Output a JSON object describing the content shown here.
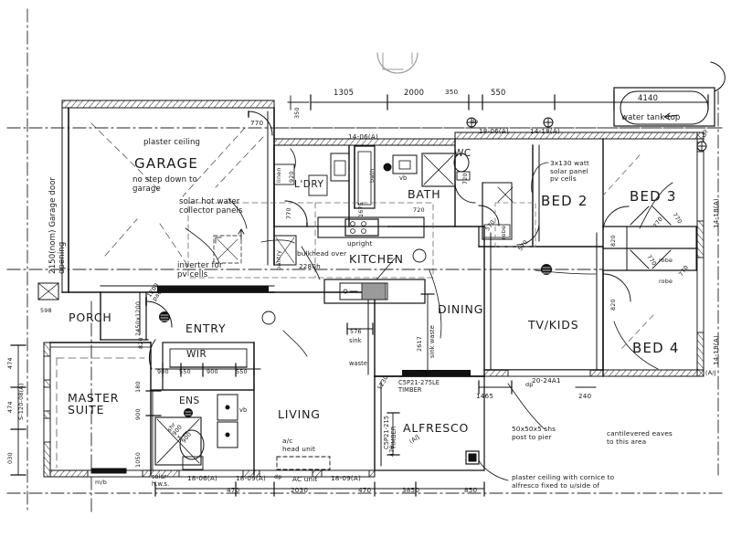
{
  "document": {
    "type": "architectural-floor-plan",
    "title": "Residential Floor Plan"
  },
  "rooms": [
    {
      "key": "garage",
      "label": "GARAGE"
    },
    {
      "key": "porch",
      "label": "PORCH"
    },
    {
      "key": "entry",
      "label": "ENTRY"
    },
    {
      "key": "master_suite",
      "label": "MASTER\nSUITE"
    },
    {
      "key": "wir",
      "label": "WIR"
    },
    {
      "key": "ens",
      "label": "ENS"
    },
    {
      "key": "living",
      "label": "LIVING"
    },
    {
      "key": "ldry",
      "label": "L'DRY"
    },
    {
      "key": "bath",
      "label": "BATH"
    },
    {
      "key": "wc",
      "label": "WC"
    },
    {
      "key": "kitchen",
      "label": "KITCHEN"
    },
    {
      "key": "dining",
      "label": "DINING"
    },
    {
      "key": "alfresco",
      "label": "ALFRESCO"
    },
    {
      "key": "tv_kids",
      "label": "TV/KIDS"
    },
    {
      "key": "bed2",
      "label": "BED 2"
    },
    {
      "key": "bed3",
      "label": "BED 3"
    },
    {
      "key": "bed4",
      "label": "BED 4"
    },
    {
      "key": "robe_1",
      "label": "robe"
    },
    {
      "key": "robe_2",
      "label": "robe"
    },
    {
      "key": "robe_3",
      "label": "robe"
    },
    {
      "key": "robe_4",
      "label": "robe"
    },
    {
      "key": "linen",
      "label": "linen"
    },
    {
      "key": "pantry",
      "label": "pantry"
    }
  ],
  "notes": {
    "plaster_ceiling": "plaster ceiling",
    "no_step_down": "no step down to\ngarage",
    "solar_hot_water": "solar hot water\ncollector panels",
    "inverter": "inverter for\npv cells",
    "garage_door": "2150(nom) Garage door\nopening",
    "water_tank_top": "water tank top",
    "solar_panel": "3x130 watt\nsolar panel\npv cells",
    "bulkhead": "bulkhead over",
    "upright": "upright",
    "vb_bath": "vb",
    "vb_ens": "vb",
    "sink": "sink",
    "waste": "waste",
    "sink_waste": "sink waste",
    "ac_head_unit": "a/c\nhead unit",
    "ac_unit": "AC unit",
    "solar_hws_bottom": "solar\nh.w.s.",
    "shs_post": "50x50x5 shs\npost to pier",
    "cantilevered_eaves": "cantilevered eaves\nto this area",
    "plaster_cornice": "plaster ceiling with cornice to\nalfresco fixed to u/side of",
    "timber_beam_top": "C5P21-275LE\nTIMBER",
    "timber_beam_side": "C5P21-215\nTIMBER",
    "shr": "shr\n900\nx\n900",
    "mb": "m/b",
    "dp": "dp",
    "aj": "(A/J"
  },
  "dimensions": {
    "top": [
      "1305",
      "2000",
      "350",
      "550"
    ],
    "top_small": [
      "350"
    ],
    "tank": "4140",
    "window_tags_top": [
      "14-06(A)",
      "18-06(A)",
      "14-18(A)"
    ],
    "window_tags_right": [
      "14-18(A)",
      "14-18(A)"
    ],
    "window_tags_bottom": [
      "18-06(A)",
      "18-09(A)",
      "18-09(A)"
    ],
    "window_tag_left": "S-120-08(A)",
    "wall_left": [
      "474",
      "474",
      "030"
    ],
    "left_598": "598",
    "porch_dim": "2450x1200",
    "porch_1200": "1200\npad",
    "door_770_garage": "770",
    "door_770_ldry": "770",
    "door_820_hall": "820",
    "door_820_bed3": "820",
    "door_820_bed4": "820",
    "door_770_robe": "770",
    "door_570_bed2": "570",
    "door_720_bath": "720",
    "door_720_wc": "720",
    "door_920_ldry": "920",
    "bath_1675": "1675",
    "bath_bath": "bath",
    "kitchen_2280": "2280h",
    "kitchen_576": "576",
    "dining_2617": "2617",
    "wir_dims": [
      "900",
      "550",
      "900",
      "550"
    ],
    "ens_dims": [
      "180",
      "900",
      "1050"
    ],
    "alfresco_1465": "1465",
    "alfresco_20_24": "20-24A1",
    "alfresco_240": "240",
    "alfresco_470": "470",
    "bottom_dims": [
      "470",
      "2030",
      "470"
    ],
    "bottom_3850": "3850",
    "bottom_850": "850",
    "bed2_570": "570",
    "bed3_770": "770",
    "garage_920": "920",
    "cyp_1230": "1230"
  },
  "colors": {
    "line": "#111111",
    "background": "#ffffff",
    "hatch": "#333333",
    "dash": "#222222"
  }
}
